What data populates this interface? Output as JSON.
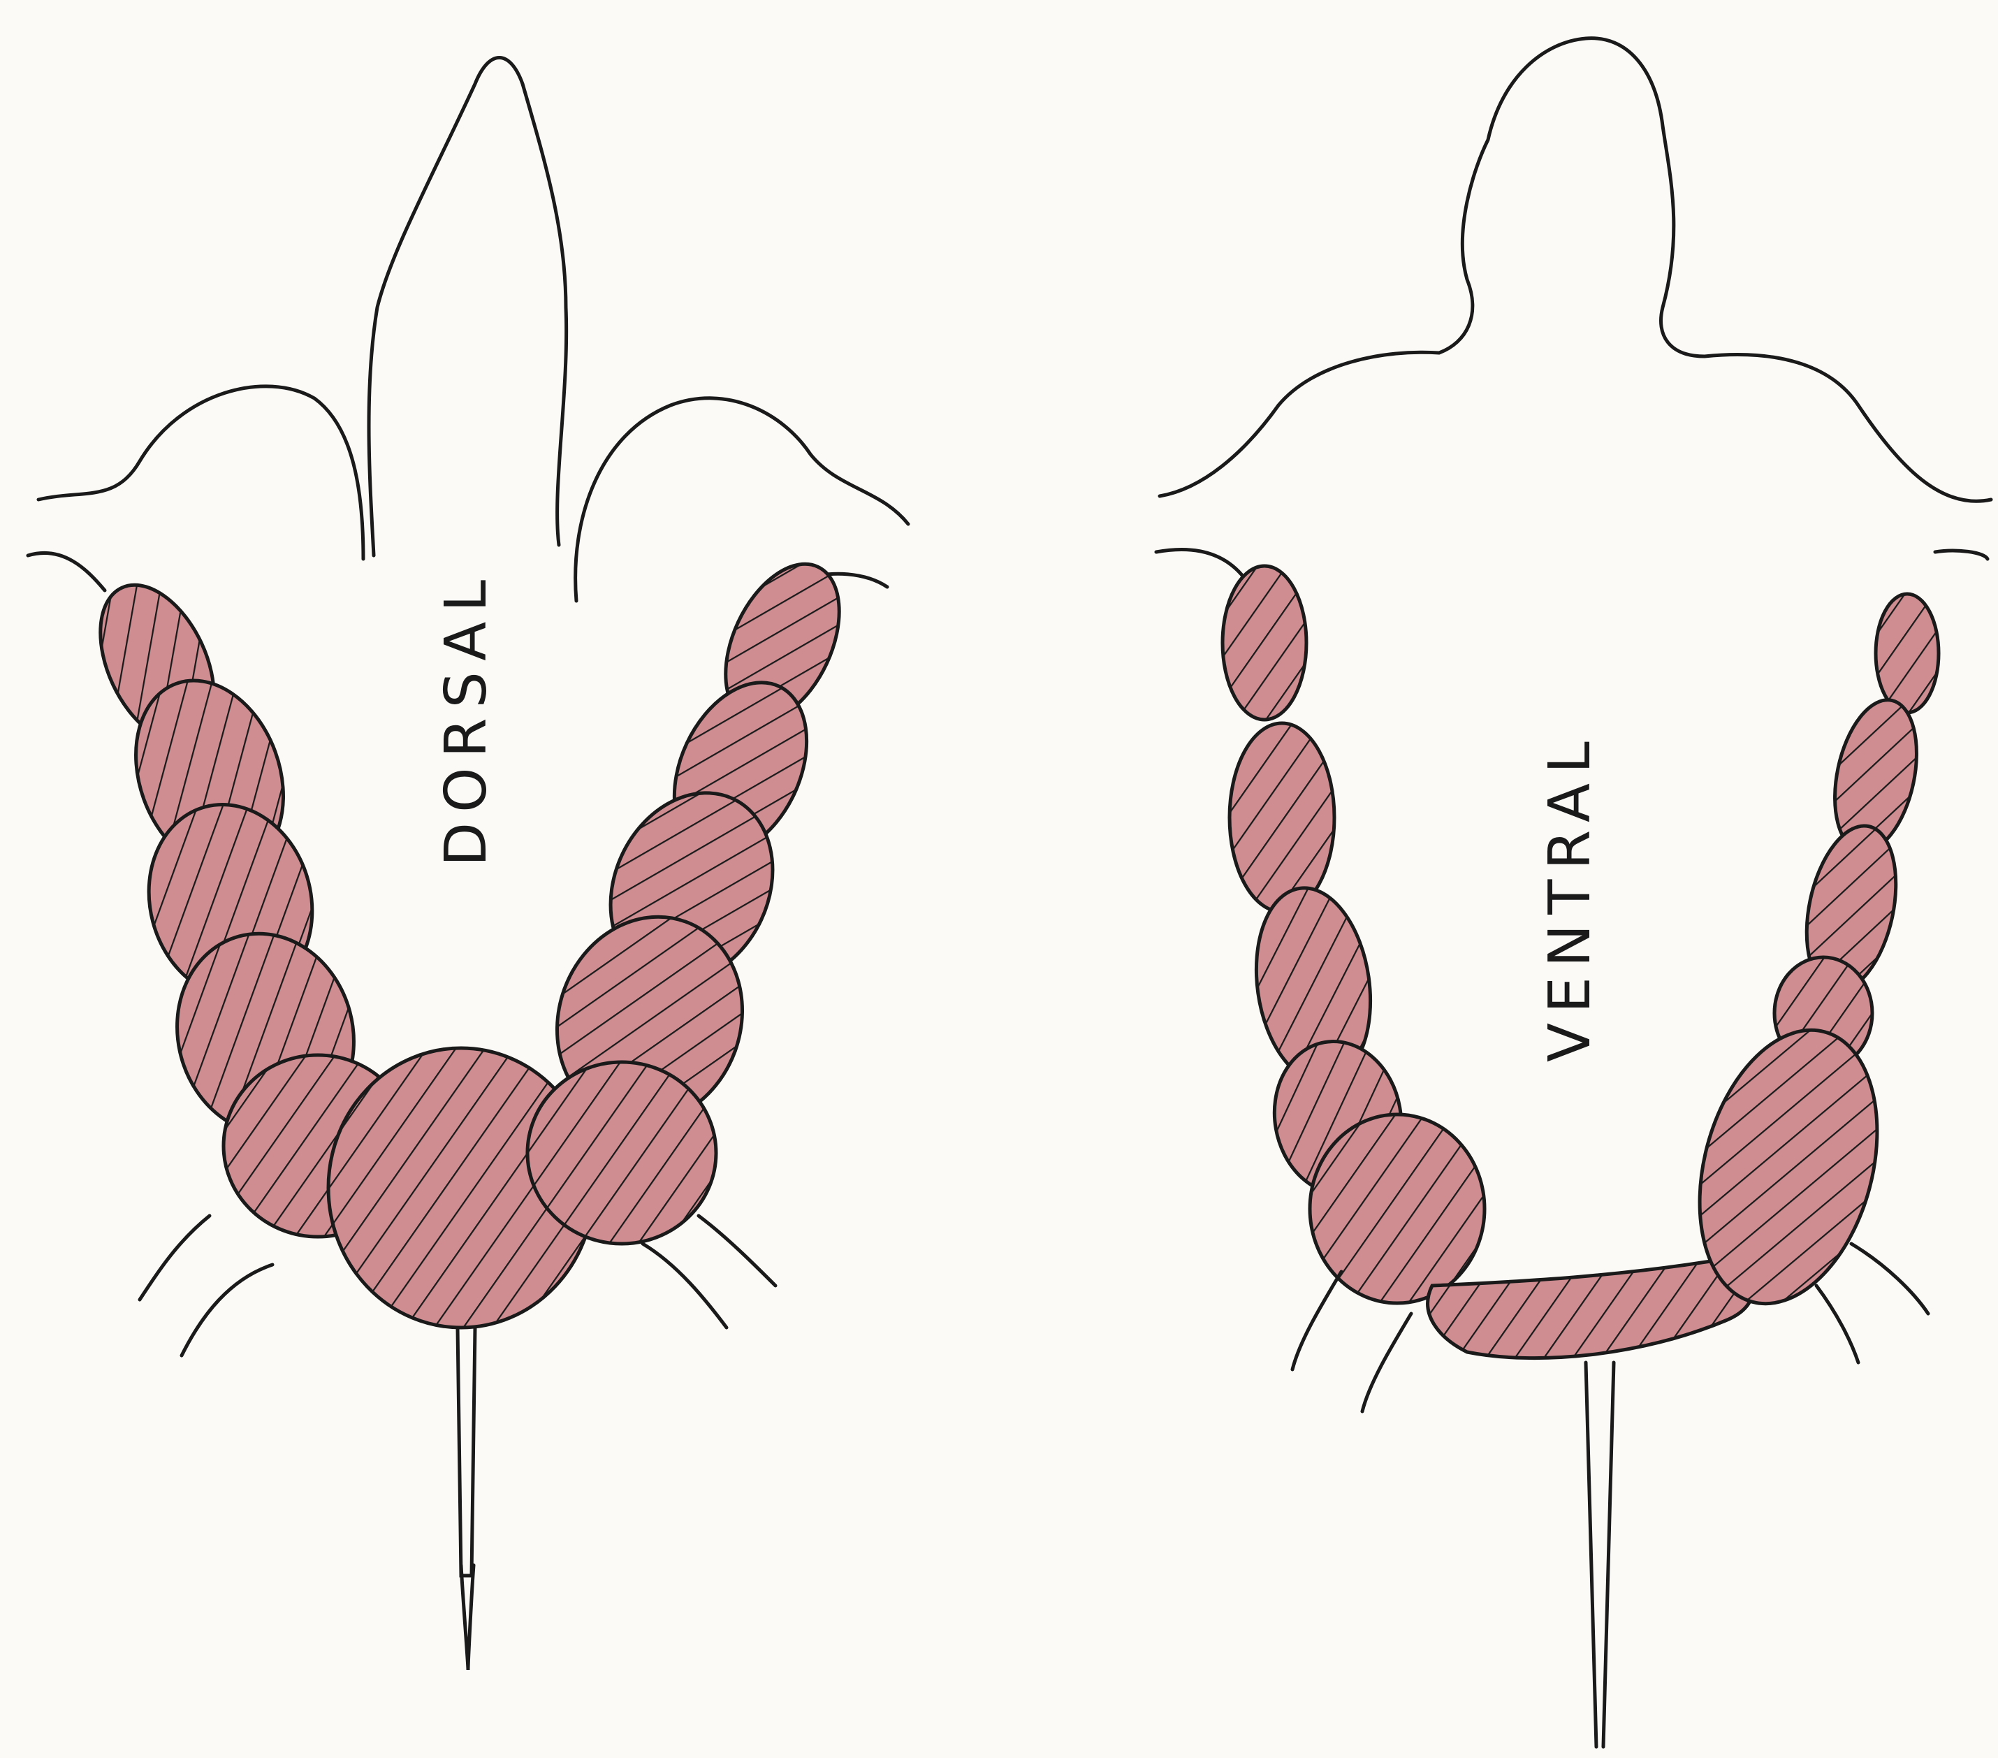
{
  "panels": [
    {
      "id": "dorsal",
      "label": "DORSAL"
    },
    {
      "id": "ventral",
      "label": "VENTRAL"
    }
  ],
  "colors": {
    "paper": "#fbfaf7",
    "ink": "#1a1a1a",
    "tissue_fill": "#c9868b"
  }
}
